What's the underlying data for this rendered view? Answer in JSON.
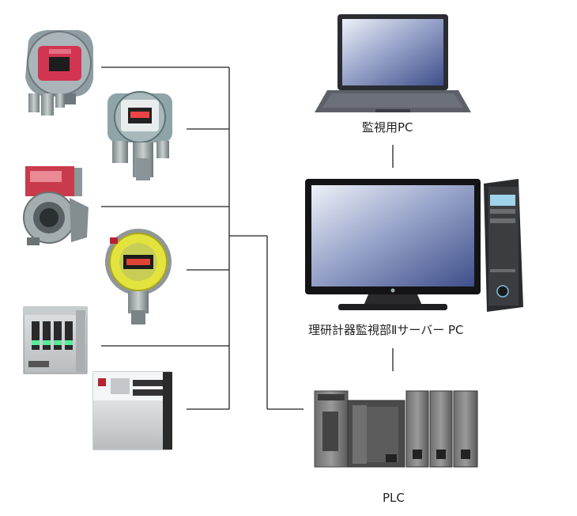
{
  "labels": {
    "monitoring_pc": "監視用PC",
    "server_pc": "理研計器監視部Ⅱサーバー PC",
    "plc": "PLC"
  },
  "devices": [
    {
      "name": "gas-detector-explosion-proof-red"
    },
    {
      "name": "gas-detector-explosion-proof-display"
    },
    {
      "name": "gas-detector-red-housing"
    },
    {
      "name": "gas-detector-yellow-ring"
    },
    {
      "name": "multi-channel-indicator-panel"
    },
    {
      "name": "control-unit-panel"
    }
  ],
  "colors": {
    "line": "#222222",
    "screen": "#6a7aa8",
    "device_gray": "#9aa3a6",
    "accent_red": "#d7283f",
    "accent_yellow": "#e4e23a"
  }
}
